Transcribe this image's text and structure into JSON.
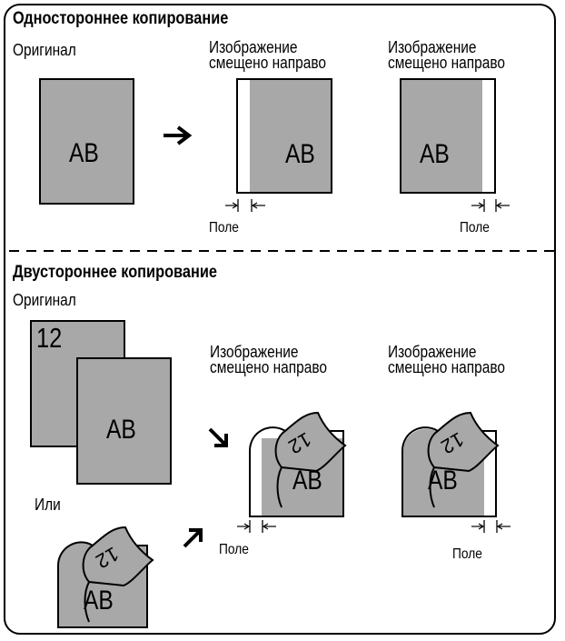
{
  "single": {
    "title": "Одностороннее копирование",
    "original_label": "Оригинал",
    "image_text": "AB",
    "result1_caption": "Изображение смещено направо",
    "result1_line1": "Изображение",
    "result1_line2": "смещено направо",
    "result2_line1": "Изображение",
    "result2_line2": "смещено направо",
    "margin_label_1": "Поле",
    "margin_label_2": "Поле"
  },
  "double": {
    "title": "Двустороннее копирование",
    "original_label": "Оригинал",
    "page_numbers": "12",
    "image_text": "AB",
    "or_label": "Или",
    "result1_line1": "Изображение",
    "result1_line2": "смещено направо",
    "result2_line1": "Изображение",
    "result2_line2": "смещено направо",
    "margin_label_1": "Поле",
    "margin_label_2": "Поле"
  },
  "colors": {
    "image_gray": "#a8a8a8",
    "line": "#000000",
    "paper": "#ffffff"
  },
  "icons": [
    "arrow-right-icon",
    "arrow-down-right-icon",
    "arrow-up-right-icon",
    "margin-arrows-icon"
  ]
}
